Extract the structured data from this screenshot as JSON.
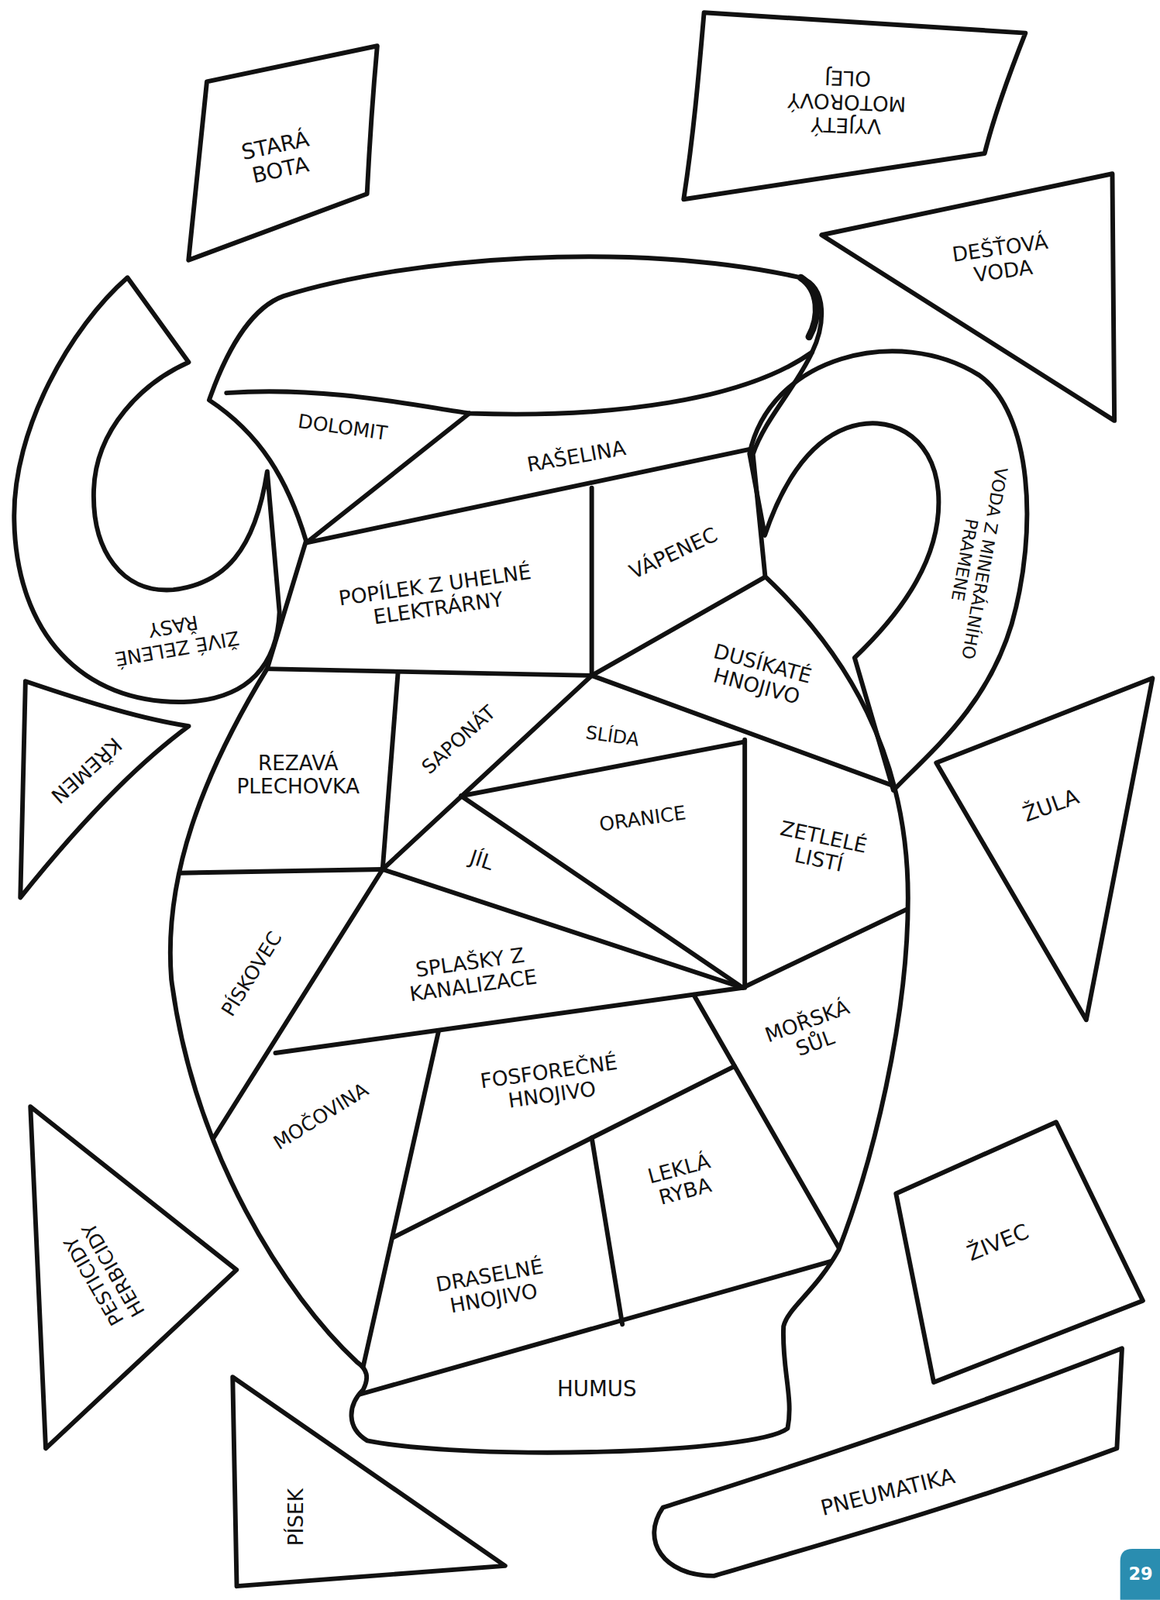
{
  "diagram": {
    "nodes": [
      {
        "text": [
          "STARÁ BOTA"
        ]
      },
      {
        "text": [
          "VYJETÝ MOTOROVÝ OLEJ"
        ]
      },
      {
        "text": [
          "DEŠŤOVÁ VODA"
        ]
      },
      {
        "text": [
          "ŽIVÉ ZELENÉ ŘASY"
        ]
      },
      {
        "text": [
          "DOLOMIT"
        ]
      },
      {
        "text": [
          "RAŠELINA"
        ]
      },
      {
        "text": [
          "VODA Z MINERÁLNÍHO PRAMENE"
        ]
      },
      {
        "text": [
          "POPÍLEK Z UHELNÉ ELEKTRÁRNY"
        ]
      },
      {
        "text": [
          "VÁPENEC"
        ]
      },
      {
        "text": [
          "DUSÍKATÉ HNOJIVO"
        ]
      },
      {
        "text": [
          "KŘEMEN"
        ]
      },
      {
        "text": [
          "REZAVÁ PLECHOVKA"
        ]
      },
      {
        "text": [
          "SAPONÁT"
        ]
      },
      {
        "text": [
          "SLÍDA"
        ]
      },
      {
        "text": [
          "ORANICE"
        ]
      },
      {
        "text": [
          "ZETLELÉ LISTÍ"
        ]
      },
      {
        "text": [
          "ŽULA"
        ]
      },
      {
        "text": [
          "JÍL"
        ]
      },
      {
        "text": [
          "PÍSKOVEC"
        ]
      },
      {
        "text": [
          "SPLAŠKY Z KANALIZACE"
        ]
      },
      {
        "text": [
          "MOŘSKÁ SŮL"
        ]
      },
      {
        "text": [
          "MOČOVINA"
        ]
      },
      {
        "text": [
          "FOSFOREČNÉ HNOJIVO"
        ]
      },
      {
        "text": [
          "PESTICIDY HERBICIDY"
        ]
      },
      {
        "text": [
          "LEKLÁ RYBA"
        ]
      },
      {
        "text": [
          "ŽIVEC"
        ]
      },
      {
        "text": [
          "DRASELNÉ HNOJIVO"
        ]
      },
      {
        "text": [
          "HUMUS"
        ]
      },
      {
        "text": [
          "PÍSEK"
        ]
      },
      {
        "text": [
          "PNEUMATIKA"
        ]
      }
    ],
    "labels": [
      "29"
    ]
  }
}
